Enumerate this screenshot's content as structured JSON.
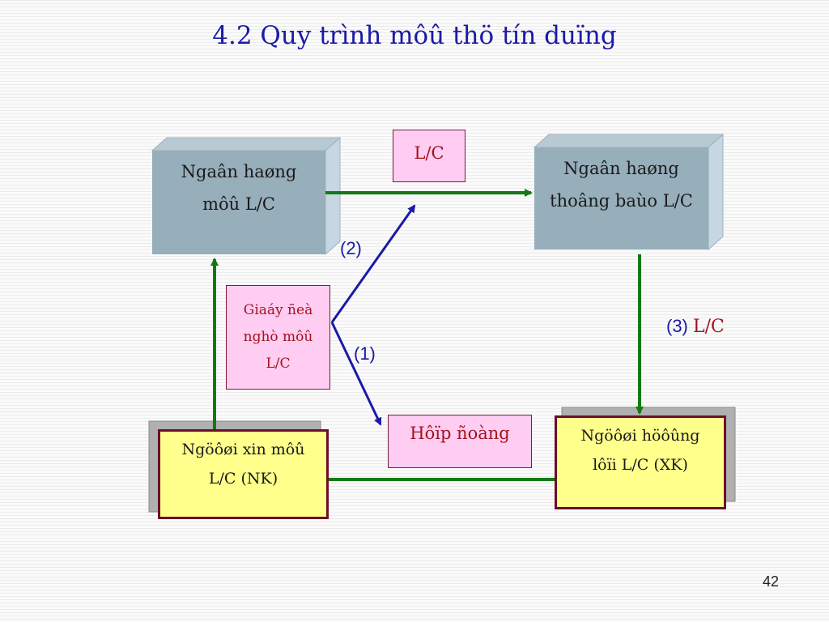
{
  "title": "4.2 Quy trình môû thö tín duïng",
  "nodes": {
    "issuing_bank": {
      "line1": "Ngaân haøng",
      "line2": "môû L/C"
    },
    "advising_bank": {
      "line1": "Ngaân haøng",
      "line2": "thoâng baùo L/C"
    },
    "lc_doc": {
      "text": "L/C"
    },
    "application": {
      "line1": "Giaáy ñeà",
      "line2": "nghò môû",
      "line3": "L/C"
    },
    "contract": {
      "text": "Hôïp ñoàng"
    },
    "applicant": {
      "line1": "Ngöôøi xin môû",
      "line2": "L/C (NK)"
    },
    "beneficiary": {
      "line1": "Ngöôøi höôûng",
      "line2": "lôïi L/C (XK)"
    }
  },
  "labels": {
    "step2": "(2)",
    "step1": "(1)",
    "step3_num": "(3)",
    "step3_lc": "L/C"
  },
  "colors": {
    "title": "#1a1aa6",
    "green_arrow": "#127a12",
    "blue_arrow": "#1a1aa6",
    "bank_front": "#97aebb",
    "pink_fill": "#ffccf2",
    "yellow_fill": "#ffff8c"
  },
  "page_number": "42"
}
